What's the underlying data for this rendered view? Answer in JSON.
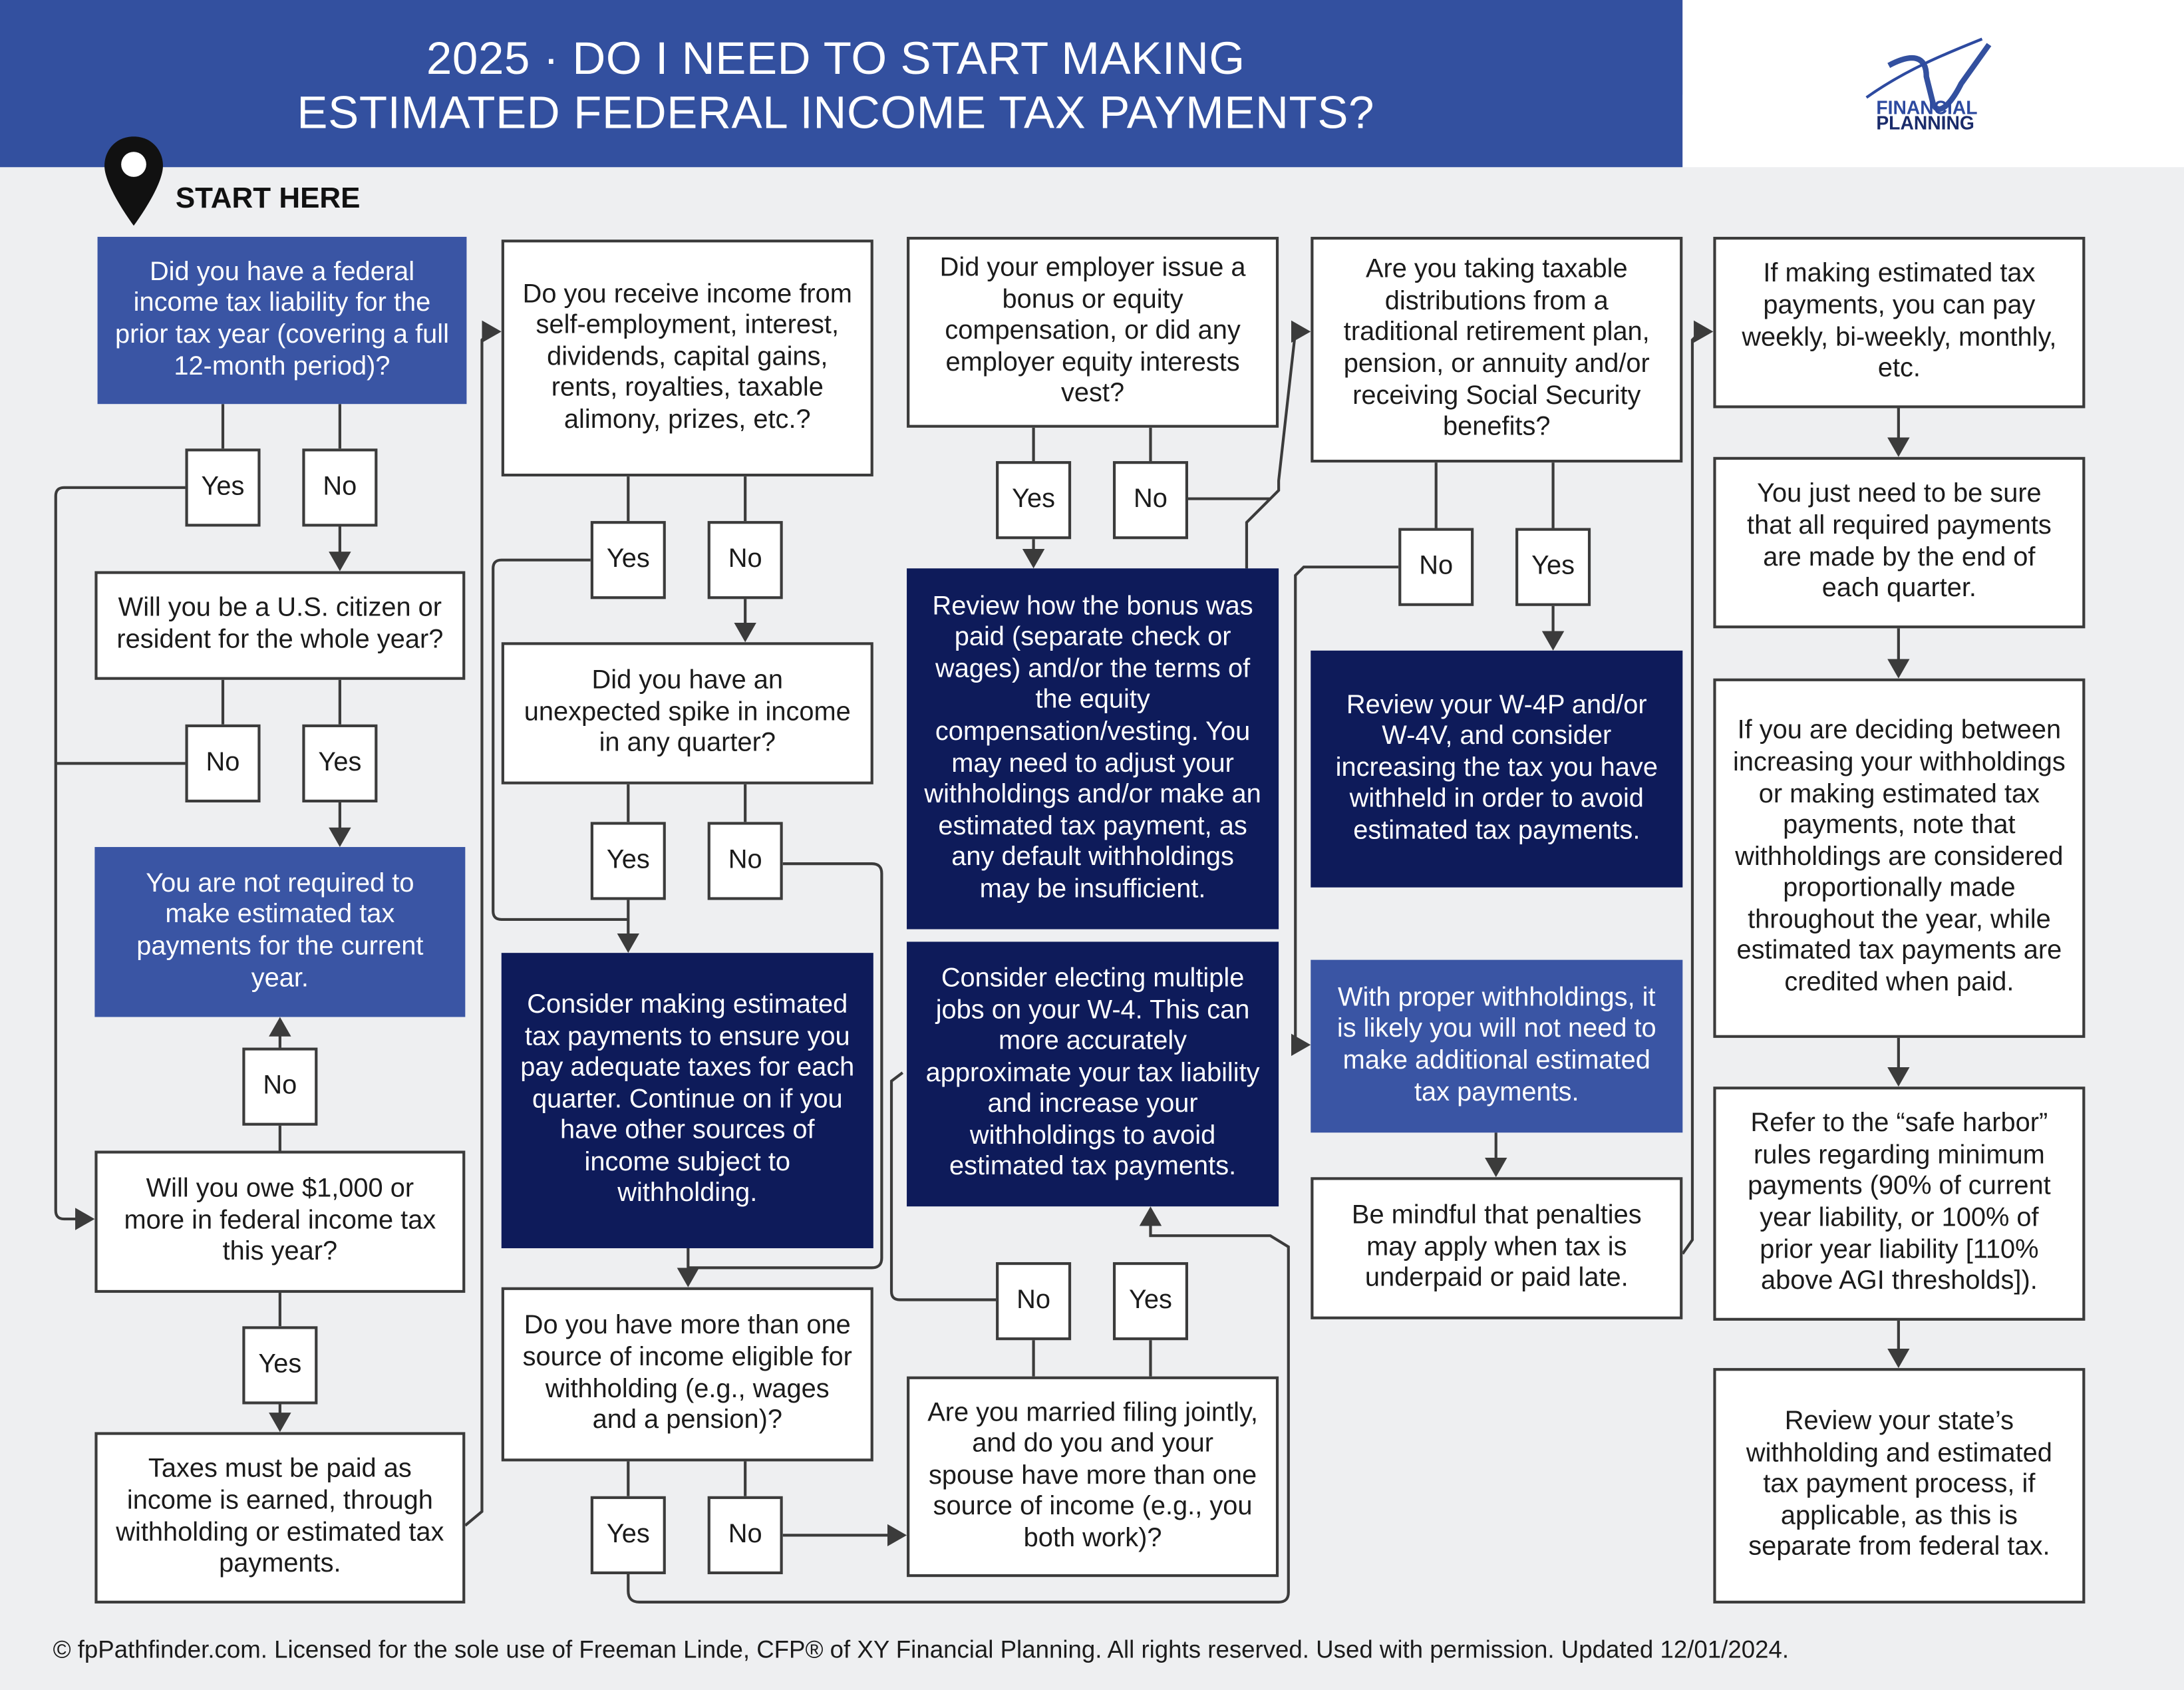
{
  "header": {
    "title_line1": "2025 · DO I NEED TO START MAKING",
    "title_line2": "ESTIMATED FEDERAL INCOME TAX PAYMENTS?"
  },
  "logo": {
    "mark": "XY",
    "line1": "FINANCIAL",
    "line2": "PLANNING"
  },
  "start_label": "START HERE",
  "nodes": [
    {
      "text": "Did you have a federal income tax liability for the prior tax year (covering a full 12-month period)?"
    },
    {
      "text": "Will you be a U.S. citizen or resident for the whole year?"
    },
    {
      "text": "You are not required to make estimated tax payments for the current year."
    },
    {
      "text": "Will you owe $1,000 or more in federal income tax this year?"
    },
    {
      "text": "Taxes must be paid as income is earned, through withholding or estimated tax payments."
    },
    {
      "text": "Do you receive income from self-employment, interest, dividends, capital gains, rents, royalties, taxable alimony, prizes, etc.?"
    },
    {
      "text": "Did you have an unexpected spike in income in any quarter?"
    },
    {
      "text": "Consider making estimated tax payments to ensure you pay adequate taxes for each quarter. Continue on if you have other sources of income subject to withholding."
    },
    {
      "text": "Do you have more than one source of income eligible for withholding (e.g., wages and a pension)?"
    },
    {
      "text": "Did your employer issue a bonus or equity compensation, or did any employer equity interests vest?"
    },
    {
      "text": "Review how the bonus was paid (separate check or wages) and/or the terms of the equity compensation/vesting. You may need to adjust your withholdings and/or make an estimated tax payment, as any default withholdings may be insufficient."
    },
    {
      "text": "Consider electing multiple jobs on your W-4. This can more accurately approximate your tax liability and increase your withholdings to avoid estimated tax payments."
    },
    {
      "text": "Are you married filing jointly, and do you and your spouse have more than one source of income (e.g., you both work)?"
    },
    {
      "text": "Are you taking taxable distributions from a traditional retirement plan, pension, or annuity and/or receiving Social Security benefits?"
    },
    {
      "text": "Review your W-4P and/or W-4V, and consider increasing the tax you have withheld in order to avoid estimated tax payments."
    },
    {
      "text": "With proper withholdings, it is likely you will not need to make additional estimated tax payments."
    },
    {
      "text": "Be mindful that penalties may apply when tax is underpaid or paid late."
    },
    {
      "text": "If making estimated tax payments, you can pay weekly, bi-weekly, monthly, etc."
    },
    {
      "text": "You just need to be sure that all required payments are made by the end of each quarter."
    },
    {
      "text": "If you are deciding between increasing your withholdings or making estimated tax payments, note that withholdings are considered proportionally made throughout the year, while estimated tax payments are credited when paid."
    },
    {
      "text": "Refer to the “safe harbor” rules regarding minimum payments (90% of current year liability, or 100% of prior year liability [110% above AGI thresholds])."
    },
    {
      "text": "Review your state’s withholding and estimated tax payment process, if applicable, as this is separate from federal tax."
    }
  ],
  "answers": {
    "yes": "Yes",
    "no": "No"
  },
  "footer": "© fpPathfinder.com. Licensed for the sole use of Freeman Linde, CFP® of XY Financial Planning. All rights reserved. Used with permission. Updated 12/01/2024.",
  "colors": {
    "header": "#33509f",
    "medium_box": "#3a55a4",
    "navy_box": "#0e1b5a",
    "background": "#eeeff1"
  }
}
